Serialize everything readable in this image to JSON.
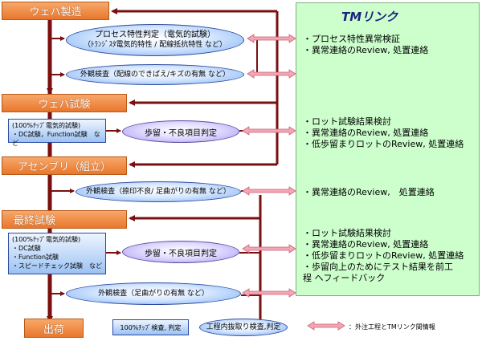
{
  "stages": {
    "wafer_fab": "ウェハ製造",
    "wafer_test": "ウェハ試験",
    "assembly": "アセンブリ（組立）",
    "final_test": "最終試験",
    "shipping": "出荷"
  },
  "process_eval": {
    "line1": "プロセス特性判定（電気的試験）",
    "line2": "（ﾄﾗﾝｼﾞｽﾀ電気的特性 / 配線抵抗特性 など）"
  },
  "wafer_visual": "外観検査（配線のできばえ/キズの有無 など）",
  "wafer_elec": {
    "line1": "(100%ﾁｯﾌﾟ電気的試験)",
    "line2": "・DC試験，Function試験　など"
  },
  "yield_judge_1": "歩留・不良項目判定",
  "assembly_visual": "外観検査（捺印不良/ 足曲がりの有無 など）",
  "final_elec": {
    "line1": "(100%ﾁｯﾌﾟ電気的試験)",
    "line2": "・DC試験",
    "line3": "・Function試験",
    "line4": "・スピードチェック試験　など"
  },
  "yield_judge_2": "歩留・不良項目判定",
  "final_visual": "外観検査（足曲がりの有無 など）",
  "tm": {
    "title": "TMリンク",
    "group1": [
      "・プロセス特性異常検証",
      "・異常連絡のReview, 処置連絡"
    ],
    "group2": [
      "・ロット試験結果検討",
      "・異常連絡のReview, 処置連絡",
      "・低歩留まりロットのReview, 処置連絡"
    ],
    "group3": [
      "・異常連絡のReview,　処置連絡"
    ],
    "group4": [
      "・ロット試験結果検討",
      "・異常連絡のReview, 処置連絡",
      "・低歩留まりロットのReview, 処置連絡",
      "・歩留向上のためにテスト結果を前工",
      "程 ヘフィードバック"
    ]
  },
  "legend": {
    "chip_inspection": "100%ﾁｯﾌﾟ検査, 判定",
    "sampling_inspection": "工程内抜取り検査,判定",
    "link_info": "：外注工程とTMリンク間情報"
  },
  "colors": {
    "stage_orange": "#ef8a3f",
    "flow_dark_red": "#7a0f0f",
    "tm_green": "#ccffcc",
    "arrow_pink": "#f4a6b4",
    "oval_blue": "#9cc2f3",
    "judge_purple": "#c9bff5"
  }
}
